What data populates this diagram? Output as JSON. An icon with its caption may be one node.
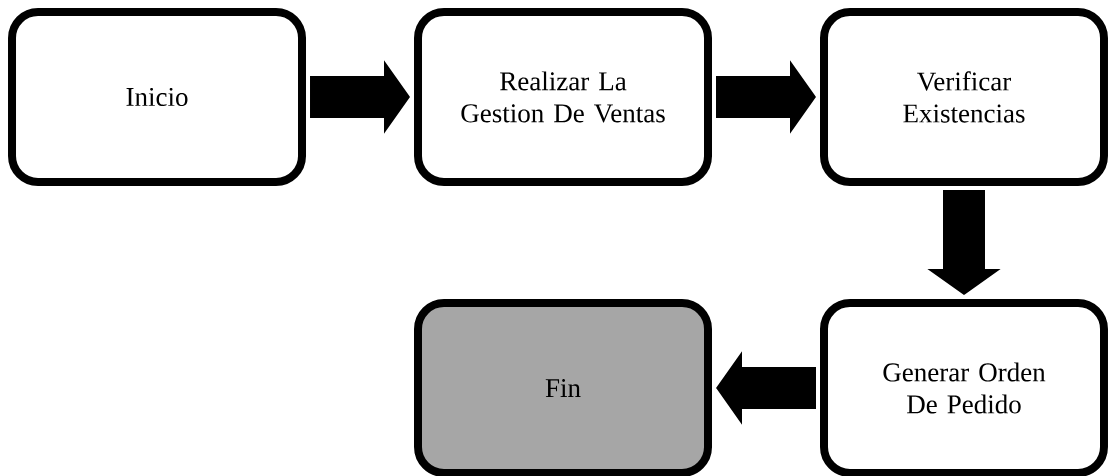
{
  "diagram": {
    "nodes": [
      {
        "text": [
          "Inicio"
        ]
      },
      {
        "text": [
          "Realizar La Gestion De Ventas"
        ]
      },
      {
        "text": [
          "Verificar Existencias"
        ]
      },
      {
        "text": [
          "Generar Orden De Pedido"
        ]
      },
      {
        "text": [
          "Fin"
        ]
      }
    ],
    "edges": [
      {
        "from": 0,
        "to": 1,
        "arrow": "to"
      },
      {
        "from": 1,
        "to": 2,
        "arrow": "to"
      },
      {
        "from": 2,
        "to": 3,
        "arrow": "to"
      },
      {
        "from": 3,
        "to": 4,
        "arrow": "to"
      }
    ]
  }
}
